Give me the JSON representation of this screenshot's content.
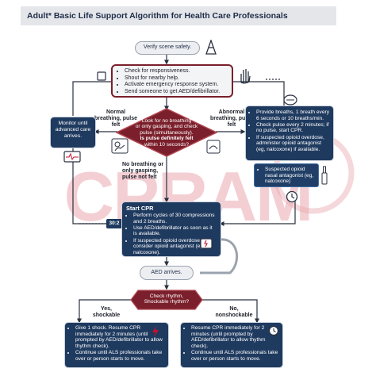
{
  "title": "Adult* Basic Life Support Algorithm for Health Care Professionals",
  "watermark": {
    "text": "CPRAM"
  },
  "nodes": {
    "verify": "Verify scene safety.",
    "check_list": [
      "Check for responsiveness.",
      "Shout for nearby help.",
      "Activate emergency response system.",
      "Send someone to get AED/defibrillator."
    ],
    "look_lines": [
      "Look for no breathing",
      "or only gasping, and check",
      "pulse (simultaneously).",
      "Is pulse definitely felt",
      "within 10 seconds?"
    ],
    "monitor": "Monitor until advanced care arrives.",
    "rescue_list": [
      "Provide breaths, 1 breath every 6 seconds or 10 breaths/min.",
      "Check pulse every 2 minutes; if no pulse, start CPR.",
      "If suspected opioid overdose, administer opioid antagonist (eg, nalcoxone) if available."
    ],
    "suspected_list": [
      "Suspected opioid nasal antagonist (eg, nalcoxone)"
    ],
    "cpr_title": "Start CPR",
    "cpr_list": [
      "Perform cycles of 30 compressions and 2 breaths.",
      "Use AED/defibrillator as soon as it is available.",
      "If suspected opioid overdose, consider opioid antagonist (eg, nalcoxone)."
    ],
    "ratio": "30:2",
    "aed": "AED arrives.",
    "rhythm": "Check rhythm, Shockable rhythm?",
    "shock_list": [
      "Give 1 shock. Resume CPR immediately for 2 minutes (until prompted by AED/defibrillator to allow thythm check).",
      "Continue until ALS professionals take over or person starts to move."
    ],
    "noshock_list": [
      "Resume CPR immediately for 2 minutes (until prompted by AED/defibrillator to allow thythm check).",
      "Continue until ALS professionals take over or person starts to move."
    ]
  },
  "labels": {
    "normal": "Normal breathing, pulse felt",
    "abnormal": "Abnormal breathing, pulse felt",
    "none": "No breathing or only gasping, pulse not felt",
    "yes": "Yes, shockable",
    "no": "No, nonshockable"
  },
  "colors": {
    "navy": "#1f3a5f",
    "maroon": "#7a1f2b",
    "alarm": "#c8102e",
    "watermark": "#d98b95"
  }
}
